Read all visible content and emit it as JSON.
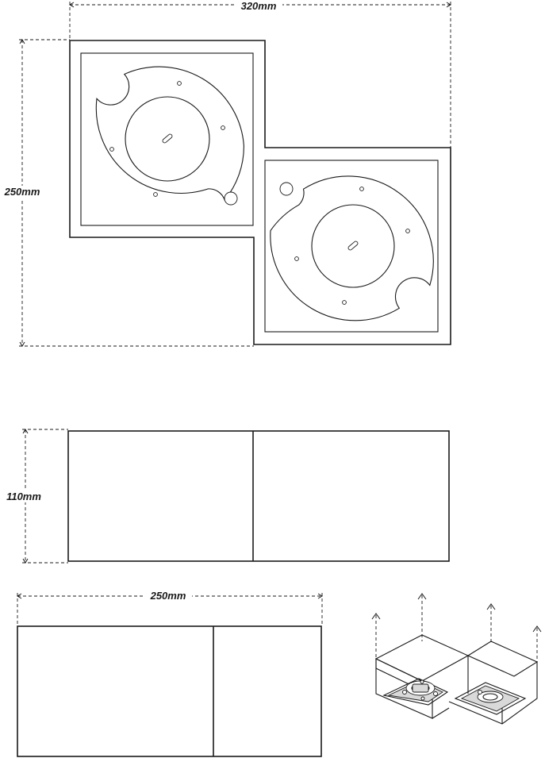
{
  "dimensions": {
    "top_width": "320mm",
    "top_height": "250mm",
    "front_height": "110mm",
    "side_width": "250mm"
  },
  "colors": {
    "line": "#1a1a1a",
    "background": "#ffffff",
    "shade": "#d9d9d9"
  }
}
